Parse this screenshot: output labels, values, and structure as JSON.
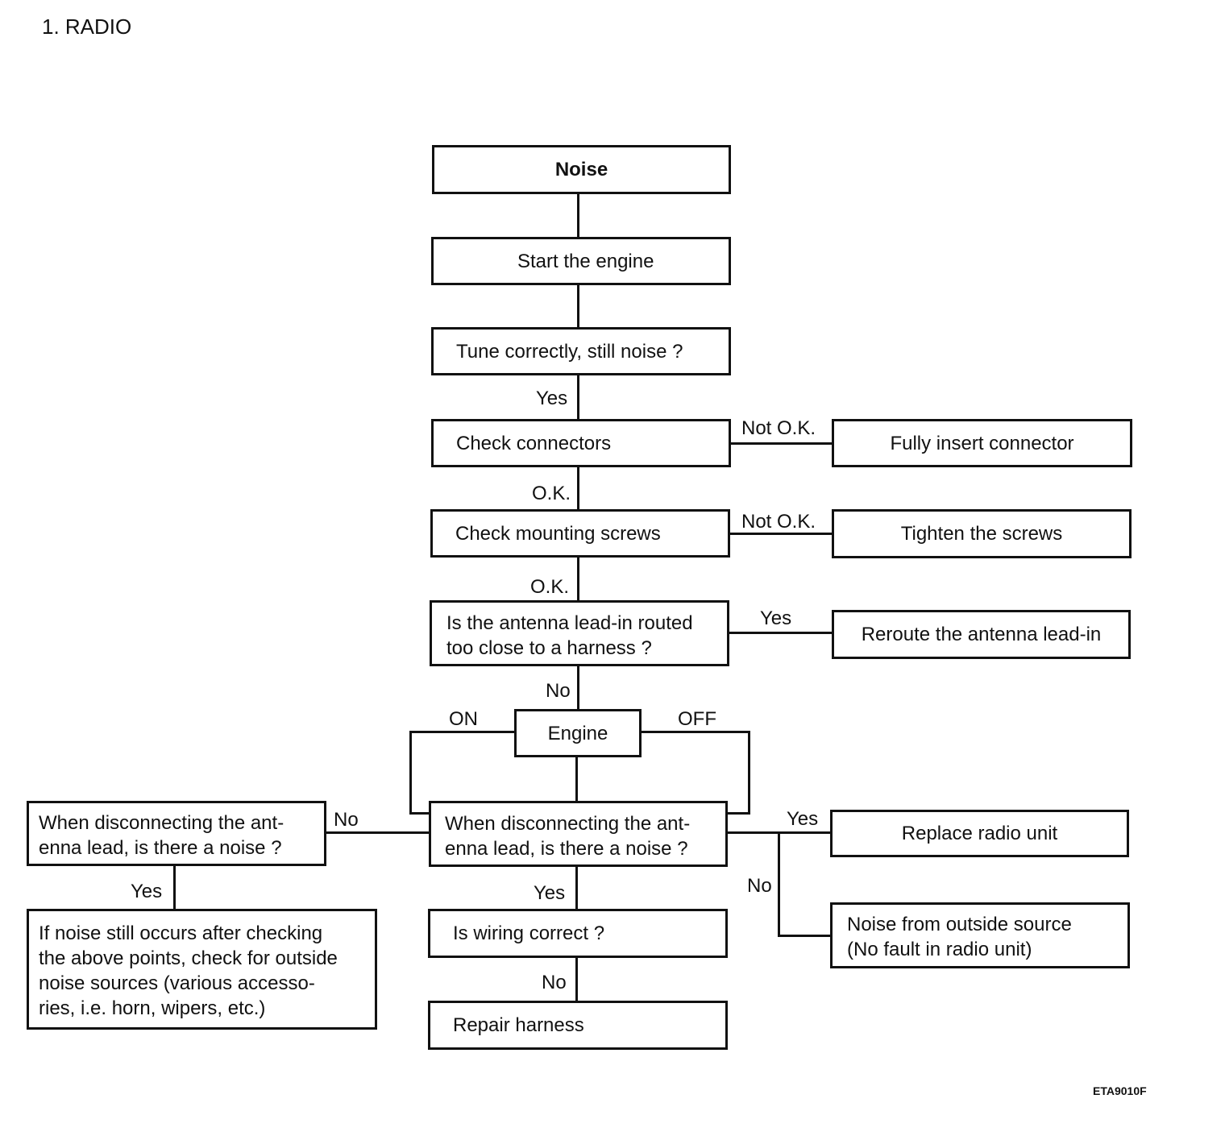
{
  "header": {
    "title": "1.  RADIO"
  },
  "nodes": {
    "noise": "Noise",
    "start_engine": "Start the engine",
    "tune": "Tune correctly, still noise ?",
    "check_connectors": "Check connectors",
    "fully_insert": "Fully insert connector",
    "check_screws": "Check mounting screws",
    "tighten": "Tighten the screws",
    "antenna_routed": "Is the antenna lead-in routed\ntoo close to a harness ?",
    "reroute": "Reroute the antenna lead-in",
    "engine": "Engine",
    "disconnect_center": "When disconnecting  the ant-\nenna lead, is there a noise ?",
    "disconnect_left": "When disconnecting the ant-\nenna lead, is there a noise ?",
    "replace_radio": "Replace radio unit",
    "outside_source": "Noise from outside source\n(No fault in radio unit)",
    "outside_check": "If noise still occurs after checking\nthe above points, check for outside\nnoise sources (various accesso-\nries, i.e. horn, wipers, etc.)",
    "wiring": "Is wiring correct ?",
    "repair": "Repair harness"
  },
  "labels": {
    "yes_tune": "Yes",
    "notok_connectors": "Not O.K.",
    "ok_connectors": "O.K.",
    "notok_screws": "Not O.K.",
    "ok_screws": "O.K.",
    "yes_antenna": "Yes",
    "no_antenna": "No",
    "on": "ON",
    "off": "OFF",
    "no_left": "No",
    "yes_left": "Yes",
    "yes_right": "Yes",
    "no_right": "No",
    "yes_center": "Yes",
    "no_wiring": "No"
  },
  "footer": {
    "figure_code": "ETA9010F"
  }
}
